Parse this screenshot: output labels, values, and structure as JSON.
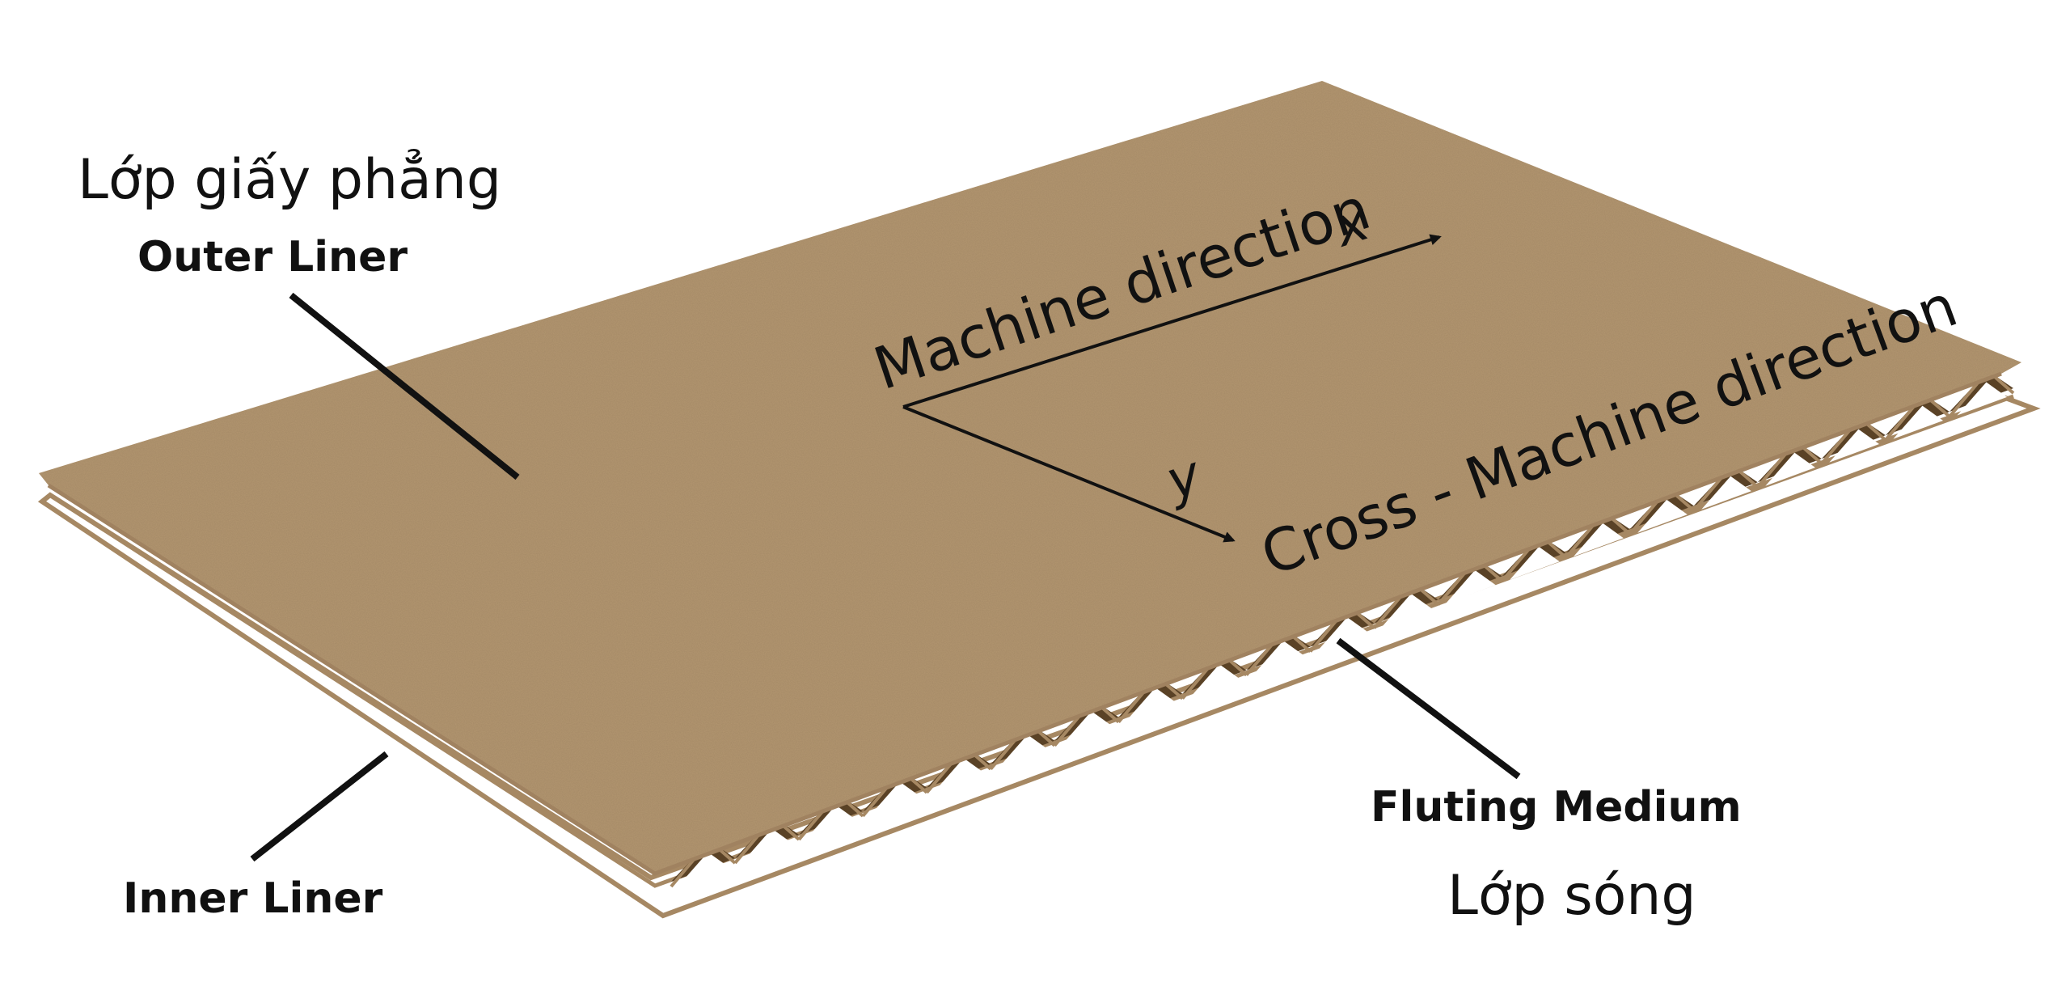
{
  "labels": {
    "outer_liner_vn": "Lớp giấy phẳng",
    "outer_liner_en": "Outer Liner",
    "inner_liner_en": "Inner Liner",
    "fluting_en": "Fluting Medium",
    "fluting_vn": "Lớp sóng",
    "machine_direction": "Machine direction",
    "axis_x": "x",
    "axis_y": "y",
    "cross_direction": "Cross - Machine direction"
  },
  "colors": {
    "liner": "#b39670",
    "liner_edge": "#a68863",
    "flute_shadow": "#5a4226",
    "inner_face": "#ffffff",
    "ink": "#111111"
  }
}
